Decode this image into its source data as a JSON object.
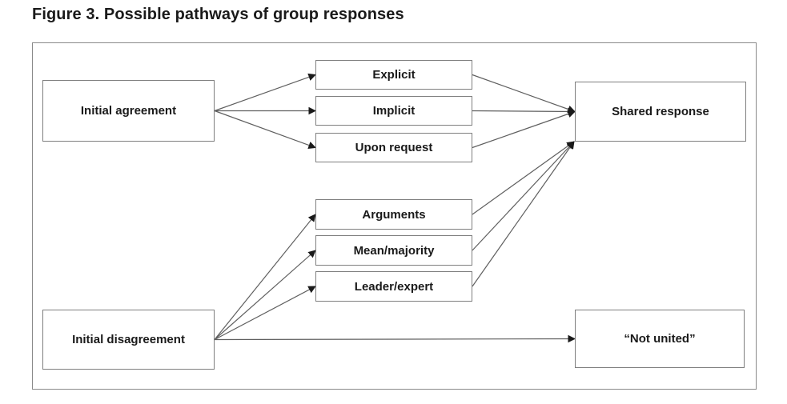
{
  "figure": {
    "title_prefix": "Figure 3.",
    "title_rest": " Possible pathways of group responses"
  },
  "diagram": {
    "nodes": {
      "initial_agreement": {
        "label": "Initial agreement"
      },
      "explicit": {
        "label": "Explicit"
      },
      "implicit": {
        "label": "Implicit"
      },
      "upon_request": {
        "label": "Upon request"
      },
      "shared_response": {
        "label": "Shared response"
      },
      "arguments": {
        "label": "Arguments"
      },
      "mean_majority": {
        "label": "Mean/majority"
      },
      "leader_expert": {
        "label": "Leader/expert"
      },
      "initial_disagreement": {
        "label": "Initial disagreement"
      },
      "not_united": {
        "label": "“Not united”"
      }
    },
    "edges": [
      {
        "from": "initial_agreement",
        "to": "explicit"
      },
      {
        "from": "initial_agreement",
        "to": "implicit"
      },
      {
        "from": "initial_agreement",
        "to": "upon_request"
      },
      {
        "from": "explicit",
        "to": "shared_response"
      },
      {
        "from": "implicit",
        "to": "shared_response"
      },
      {
        "from": "upon_request",
        "to": "shared_response"
      },
      {
        "from": "initial_disagreement",
        "to": "arguments"
      },
      {
        "from": "initial_disagreement",
        "to": "mean_majority"
      },
      {
        "from": "initial_disagreement",
        "to": "leader_expert"
      },
      {
        "from": "arguments",
        "to": "shared_response"
      },
      {
        "from": "mean_majority",
        "to": "shared_response"
      },
      {
        "from": "leader_expert",
        "to": "shared_response"
      },
      {
        "from": "initial_disagreement",
        "to": "not_united"
      }
    ],
    "colors": {
      "line": "#5f5f5f",
      "arrowhead": "#1a1a1a",
      "box_border": "#7f7f7f",
      "text": "#1a1a1a",
      "background": "#ffffff"
    }
  }
}
